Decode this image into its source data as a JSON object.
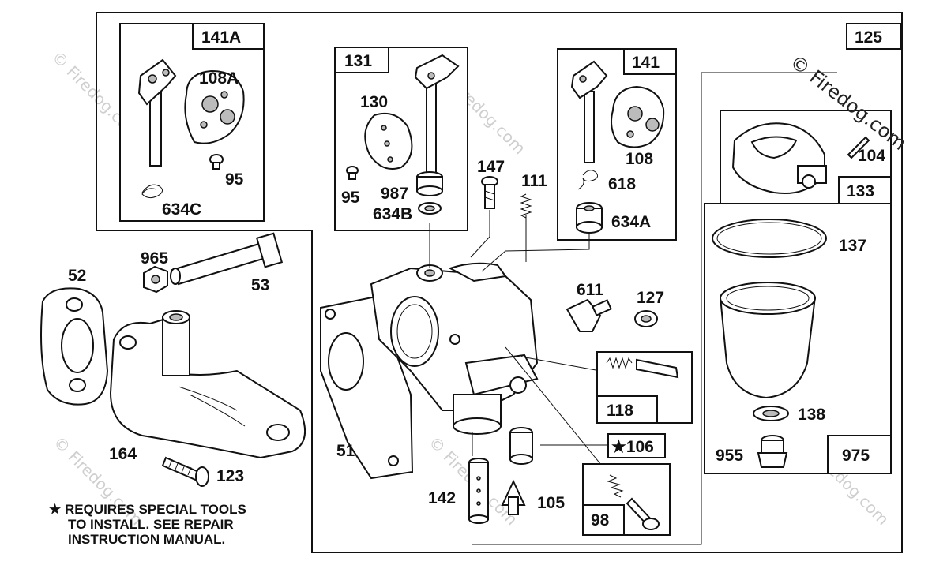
{
  "watermark": {
    "main": "© Firedog.com",
    "faint": "© Firedog.com"
  },
  "callouts": {
    "b125": "125",
    "b141A": "141A",
    "b131": "131",
    "b141": "141",
    "b133": "133",
    "b118": "118",
    "b106": "★106",
    "b98": "98",
    "b975": "975"
  },
  "labels": {
    "l108A": "108A",
    "l95a": "95",
    "l634C": "634C",
    "l130": "130",
    "l95b": "95",
    "l987": "987",
    "l634B": "634B",
    "l147": "147",
    "l111": "111",
    "l108": "108",
    "l618": "618",
    "l634A": "634A",
    "l104": "104",
    "l137": "137",
    "l138": "138",
    "l955": "955",
    "l52": "52",
    "l965": "965",
    "l53": "53",
    "l164": "164",
    "l123": "123",
    "l51": "51",
    "l611": "611",
    "l127": "127",
    "l142": "142",
    "l105": "105"
  },
  "note": {
    "line1": "★ REQUIRES SPECIAL TOOLS",
    "line2": "TO INSTALL.  SEE REPAIR",
    "line3": "INSTRUCTION MANUAL."
  }
}
